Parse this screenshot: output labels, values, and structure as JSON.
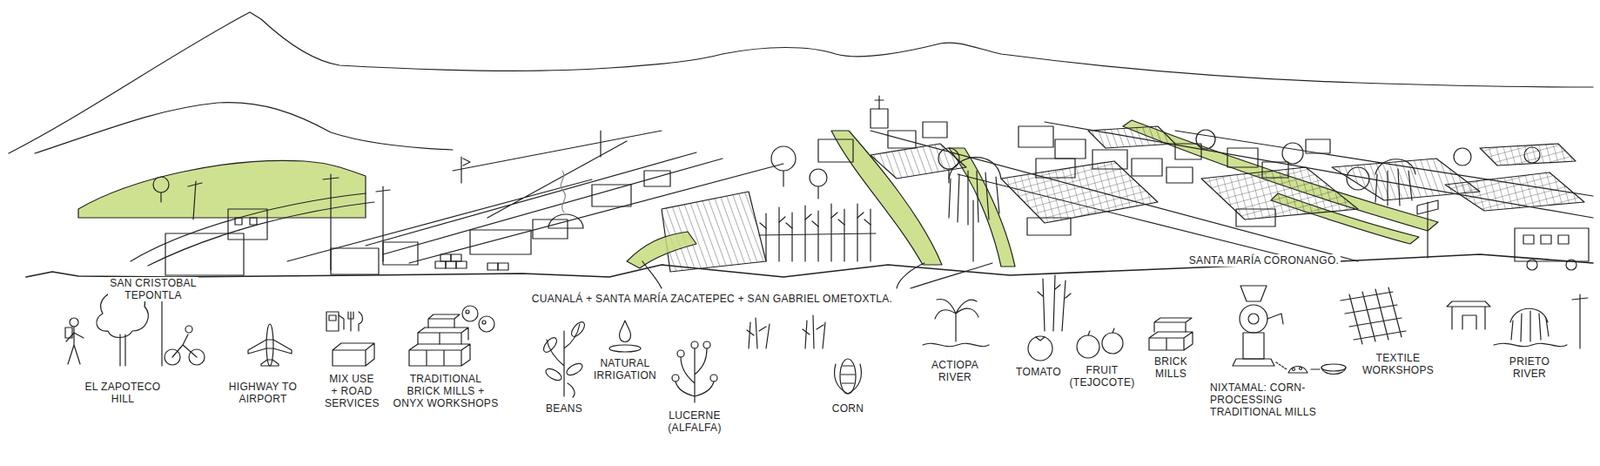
{
  "diagram": {
    "labels": [
      "SAN CRISTOBAL TEPONTLA",
      "CUANALÁ + SANTA MARÍA ZACATEPEC + SAN GABRIEL OMETOXTLA.",
      "SANTA MARÍA CORONANGO.",
      "EL ZAPOTECO HILL",
      "HIGHWAY TO AIRPORT",
      "MIX USE + ROAD SERVICES",
      "TRADITIONAL BRICK MILLS + ONYX WORKSHOPS",
      "BEANS",
      "NATURAL IRRIGATION",
      "LUCERNE (ALFALFA)",
      "CORN",
      "ACTIOPA RIVER",
      "TOMATO",
      "FRUIT (TEJOCOTE)",
      "BRICK MILLS",
      "NIXTAMAL: CORN-PROCESSING TRADITIONAL MILLS",
      "TEXTILE WORKSHOPS",
      "PRIETO RIVER"
    ]
  }
}
